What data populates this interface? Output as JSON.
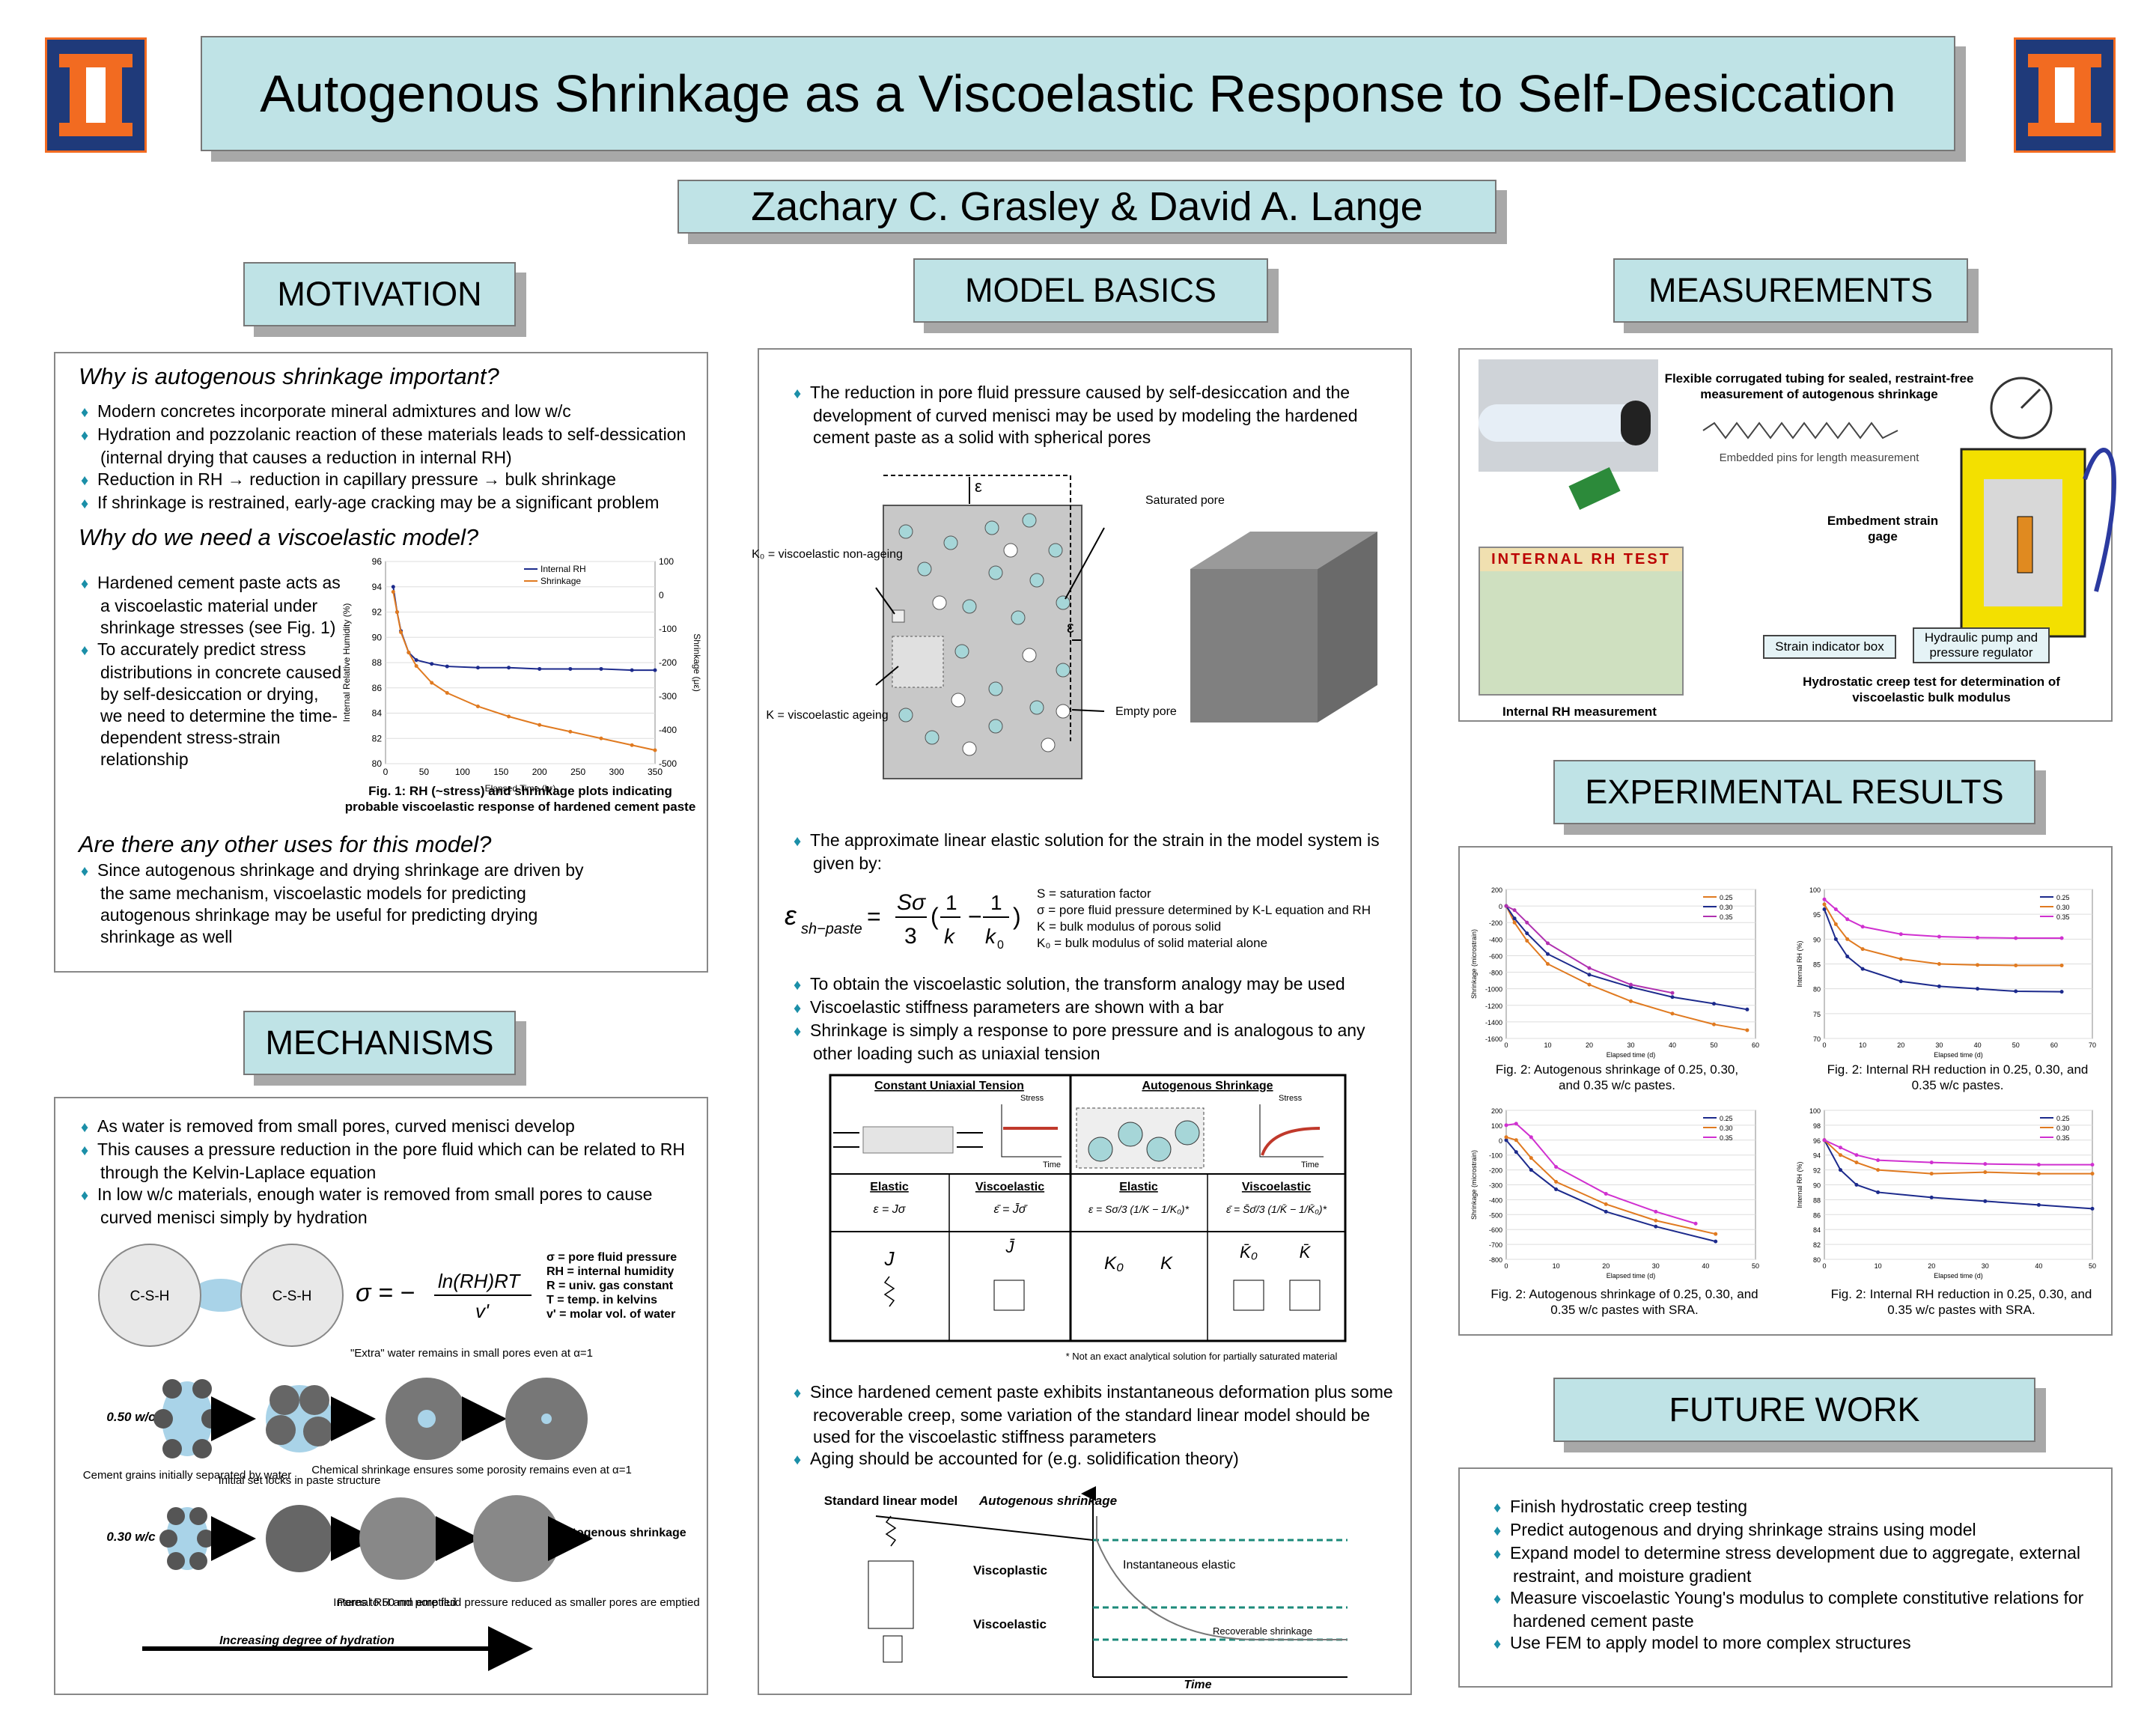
{
  "title": "Autogenous Shrinkage as a Viscoelastic Response to Self-Desiccation",
  "authors": "Zachary C. Grasley & David A. Lange",
  "motivation": {
    "heading": "MOTIVATION",
    "q1": "Why is autogenous shrinkage important?",
    "b1": [
      "Modern concretes incorporate mineral admixtures and low w/c",
      "Hydration and pozzolanic reaction of these materials leads to self-dessication (internal drying that causes a reduction in internal RH)",
      "Reduction in RH → reduction in capillary pressure → bulk shrinkage",
      "If shrinkage is restrained, early-age cracking may be a significant problem"
    ],
    "q2": "Why do we need a viscoelastic model?",
    "b2": [
      "Hardened cement paste acts as a viscoelastic material under shrinkage stresses (see Fig. 1)",
      "To accurately predict stress distributions in concrete caused by self-desiccation or drying, we need to determine the time-dependent stress-strain relationship"
    ],
    "fig1_caption": "Fig. 1: RH (~stress) and shrinkage plots indicating probable viscoelastic response of hardened cement paste",
    "q3": "Are there any other uses for this model?",
    "b3": [
      "Since autogenous shrinkage and drying shrinkage are driven by the same mechanism, viscoelastic models for predicting autogenous shrinkage may be useful for predicting drying shrinkage as well"
    ]
  },
  "mechanisms": {
    "heading": "MECHANISMS",
    "b": [
      "As water is removed from small pores, curved menisci develop",
      "This causes a pressure reduction in the pore fluid which can be related to RH through the Kelvin-Laplace equation",
      "In low w/c materials, enough water is removed from small pores to cause curved menisci simply by hydration"
    ],
    "csh": "C-S-H",
    "legend": [
      "σ = pore fluid pressure",
      "RH = internal humidity",
      "R = univ. gas constant",
      "T = temp. in kelvins",
      "v' = molar vol. of water"
    ],
    "row1_label": "0.50 w/c",
    "row2_label": "0.30 w/c",
    "labels1": [
      "Cement grains initially separated by water",
      "Initial set locks in paste structure",
      "Chemical shrinkage ensures some porosity remains even at α=1",
      "\"Extra\" water remains in small pores even at α=1"
    ],
    "labels2": [
      "Pores to 50 nm emptied",
      "Internal RH and pore fluid pressure reduced as smaller pores are emptied",
      "Autogenous shrinkage"
    ],
    "hydration": "Increasing degree of hydration"
  },
  "model": {
    "heading": "MODEL BASICS",
    "p1": "The reduction in pore fluid pressure caused by self-desiccation and the development of curved menisci may be used by modeling the hardened cement paste as a solid with spherical pores",
    "d_labels": [
      "K₀ = viscoelastic non-ageing",
      "K = viscoelastic ageing",
      "Saturated pore",
      "Empty pore",
      "ε",
      "ε"
    ],
    "p2": "The approximate linear elastic solution for the strain in the model system is given by:",
    "eq_legend": [
      "S = saturation factor",
      "σ = pore fluid pressure determined by K-L equation and RH",
      "K = bulk modulus of porous solid",
      "K₀ = bulk modulus of solid material alone"
    ],
    "b": [
      "To obtain the viscoelastic solution, the transform analogy may be used",
      "Viscoelastic stiffness parameters are shown with a bar",
      "Shrinkage is simply a response to pore pressure and is analogous to any other loading such as uniaxial tension"
    ],
    "table": {
      "h1": "Constant Uniaxial Tension",
      "h2": "Autogenous Shrinkage",
      "sub": [
        "Elastic",
        "Viscoelastic",
        "Elastic",
        "Viscoelastic"
      ],
      "stress": "Stress",
      "time": "Time",
      "note": "* Not an exact analytical solution for partially saturated material"
    },
    "b2": [
      "Since hardened cement paste exhibits instantaneous deformation plus some recoverable creep, some variation of the standard linear model should be used for the viscoelastic stiffness parameters",
      "Aging should be accounted for (e.g. solidification theory)"
    ],
    "slm": {
      "title": "Standard linear model",
      "ylabel": "Autogenous shrinkage",
      "vp": "Viscoplastic",
      "ve": "Viscoelastic",
      "inst": "Instantaneous elastic",
      "rec": "Recoverable shrinkage",
      "time": "Time"
    }
  },
  "measurements": {
    "heading": "MEASUREMENTS",
    "tubing": "Flexible corrugated tubing for sealed, restraint-free measurement of autogenous shrinkage",
    "pins": "Embedded pins for length measurement",
    "rh_screen": "INTERNAL RH TEST",
    "rh_caption": "Internal RH measurement",
    "gage": "Embedment strain gage",
    "indicator": "Strain indicator box",
    "pump": "Hydraulic pump and pressure regulator",
    "creep": "Hydrostatic creep test for determination of viscoelastic bulk modulus"
  },
  "results": {
    "heading": "EXPERIMENTAL RESULTS",
    "captions": [
      "Fig. 2: Autogenous shrinkage of 0.25, 0.30, and 0.35 w/c pastes.",
      "Fig. 2: Internal RH reduction in 0.25, 0.30, and 0.35 w/c pastes.",
      "Fig. 2: Autogenous shrinkage of 0.25, 0.30, and 0.35 w/c pastes with SRA.",
      "Fig. 2: Internal RH reduction in 0.25, 0.30, and 0.35 w/c pastes with SRA."
    ]
  },
  "future": {
    "heading": "FUTURE WORK",
    "b": [
      "Finish hydrostatic creep testing",
      "Predict autogenous and drying shrinkage strains using model",
      "Expand model to determine stress development due to aggregate, external restraint, and moisture gradient",
      "Measure viscoelastic Young's modulus to complete constitutive relations for hardened cement paste",
      "Use FEM to apply model to more complex structures"
    ]
  },
  "chart_data": [
    {
      "type": "line",
      "title": "",
      "xlabel": "Elapsed Time (hr)",
      "ylabel": "Internal Relative Humidity (%)",
      "ylabel_right": "Shrinkage (με)",
      "xlim": [
        0,
        350
      ],
      "ylim": [
        80,
        96
      ],
      "ylim_right": [
        -500,
        100
      ],
      "x_ticks": [
        "0",
        "50",
        "100",
        "150",
        "200",
        "250",
        "300",
        "350"
      ],
      "y_ticks": [
        "80",
        "82",
        "84",
        "86",
        "88",
        "90",
        "92",
        "94",
        "96"
      ],
      "y_ticks_right": [
        "-500",
        "-400",
        "-300",
        "-200",
        "-100",
        "0",
        "100"
      ],
      "legend_position": "top-right",
      "series": [
        {
          "name": "Internal RH",
          "color": "#1c2a8c",
          "axis": "left",
          "x": [
            10,
            15,
            20,
            30,
            40,
            60,
            80,
            120,
            160,
            200,
            240,
            280,
            320,
            350
          ],
          "values": [
            94,
            92,
            90.5,
            88.8,
            88.2,
            87.9,
            87.7,
            87.6,
            87.6,
            87.5,
            87.5,
            87.5,
            87.4,
            87.4
          ]
        },
        {
          "name": "Shrinkage",
          "color": "#e07a20",
          "axis": "right",
          "x": [
            10,
            15,
            20,
            30,
            40,
            60,
            80,
            120,
            160,
            200,
            240,
            280,
            320,
            350
          ],
          "values": [
            10,
            -50,
            -110,
            -170,
            -210,
            -260,
            -290,
            -330,
            -360,
            -385,
            -405,
            -425,
            -445,
            -460
          ]
        }
      ]
    },
    {
      "type": "line",
      "xlabel": "Elapsed time (d)",
      "ylabel": "Shrinkage (microstrain)",
      "xlim": [
        0,
        60
      ],
      "ylim": [
        -1600,
        200
      ],
      "x_ticks": [
        "0",
        "10",
        "20",
        "30",
        "40",
        "50",
        "60"
      ],
      "y_ticks": [
        "200",
        "0",
        "-200",
        "-400",
        "-600",
        "-800",
        "-1000",
        "-1200",
        "-1400",
        "-1600"
      ],
      "series": [
        {
          "name": "0.25",
          "color": "#e07a20",
          "x": [
            0,
            2,
            5,
            10,
            20,
            30,
            40,
            50,
            58
          ],
          "values": [
            0,
            -200,
            -420,
            -700,
            -950,
            -1150,
            -1300,
            -1430,
            -1500
          ]
        },
        {
          "name": "0.30",
          "color": "#1c2a8c",
          "x": [
            0,
            2,
            5,
            10,
            20,
            30,
            40,
            50,
            58
          ],
          "values": [
            0,
            -150,
            -330,
            -580,
            -830,
            -980,
            -1100,
            -1180,
            -1250
          ]
        },
        {
          "name": "0.35",
          "color": "#b030b0",
          "x": [
            0,
            2,
            5,
            10,
            20,
            30,
            40
          ],
          "values": [
            0,
            -50,
            -200,
            -450,
            -750,
            -950,
            -1050
          ]
        }
      ]
    },
    {
      "type": "line",
      "xlabel": "Elapsed time (d)",
      "ylabel": "Internal RH (%)",
      "xlim": [
        0,
        70
      ],
      "ylim": [
        70,
        100
      ],
      "x_ticks": [
        "0",
        "10",
        "20",
        "30",
        "40",
        "50",
        "60",
        "70"
      ],
      "y_ticks": [
        "100",
        "95",
        "90",
        "85",
        "80",
        "75",
        "70"
      ],
      "series": [
        {
          "name": "0.25",
          "color": "#1c2a8c",
          "x": [
            0,
            3,
            6,
            10,
            20,
            30,
            40,
            50,
            62
          ],
          "values": [
            96,
            90,
            86.5,
            84,
            81.5,
            80.5,
            80,
            79.5,
            79.4
          ]
        },
        {
          "name": "0.30",
          "color": "#e07a20",
          "x": [
            0,
            3,
            6,
            10,
            20,
            30,
            40,
            50,
            62
          ],
          "values": [
            97,
            93,
            90,
            88,
            86,
            85,
            84.8,
            84.7,
            84.7
          ]
        },
        {
          "name": "0.35",
          "color": "#d030d0",
          "x": [
            0,
            3,
            6,
            10,
            20,
            30,
            40,
            50,
            62
          ],
          "values": [
            98,
            96,
            94,
            92.5,
            91,
            90.5,
            90.3,
            90.2,
            90.2
          ]
        }
      ]
    },
    {
      "type": "line",
      "xlabel": "Elapsed time (d)",
      "ylabel": "Shrinkage (microstrain)",
      "xlim": [
        0,
        50
      ],
      "ylim": [
        -800,
        200
      ],
      "x_ticks": [
        "0",
        "10",
        "20",
        "30",
        "40",
        "50"
      ],
      "y_ticks": [
        "200",
        "100",
        "0",
        "-100",
        "-200",
        "-300",
        "-400",
        "-500",
        "-600",
        "-700",
        "-800"
      ],
      "series": [
        {
          "name": "0.25",
          "color": "#1c2a8c",
          "x": [
            0,
            2,
            5,
            10,
            20,
            30,
            42
          ],
          "values": [
            0,
            -80,
            -200,
            -330,
            -480,
            -580,
            -680
          ]
        },
        {
          "name": "0.30",
          "color": "#e07a20",
          "x": [
            0,
            2,
            5,
            10,
            20,
            30,
            42
          ],
          "values": [
            20,
            0,
            -120,
            -280,
            -430,
            -540,
            -630
          ]
        },
        {
          "name": "0.35",
          "color": "#d030d0",
          "x": [
            0,
            2,
            5,
            10,
            20,
            30,
            38
          ],
          "values": [
            100,
            110,
            20,
            -180,
            -360,
            -480,
            -560
          ]
        }
      ]
    },
    {
      "type": "line",
      "xlabel": "Elapsed time (d)",
      "ylabel": "Internal RH (%)",
      "xlim": [
        0,
        50
      ],
      "ylim": [
        80,
        100
      ],
      "x_ticks": [
        "0",
        "10",
        "20",
        "30",
        "40",
        "50"
      ],
      "y_ticks": [
        "100",
        "98",
        "96",
        "94",
        "92",
        "90",
        "88",
        "86",
        "84",
        "82",
        "80"
      ],
      "series": [
        {
          "name": "0.25",
          "color": "#1c2a8c",
          "x": [
            0,
            3,
            6,
            10,
            20,
            30,
            40,
            50
          ],
          "values": [
            96,
            92,
            90,
            89,
            88.3,
            87.8,
            87.3,
            86.8
          ]
        },
        {
          "name": "0.30",
          "color": "#e07a20",
          "x": [
            0,
            3,
            6,
            10,
            20,
            30,
            40,
            50
          ],
          "values": [
            96,
            94,
            93,
            92,
            91.5,
            91.7,
            91.5,
            91.5
          ]
        },
        {
          "name": "0.35",
          "color": "#d030d0",
          "x": [
            0,
            3,
            6,
            10,
            20,
            30,
            40,
            50
          ],
          "values": [
            96,
            95,
            94,
            93.3,
            93,
            92.8,
            92.7,
            92.7
          ]
        }
      ]
    }
  ]
}
